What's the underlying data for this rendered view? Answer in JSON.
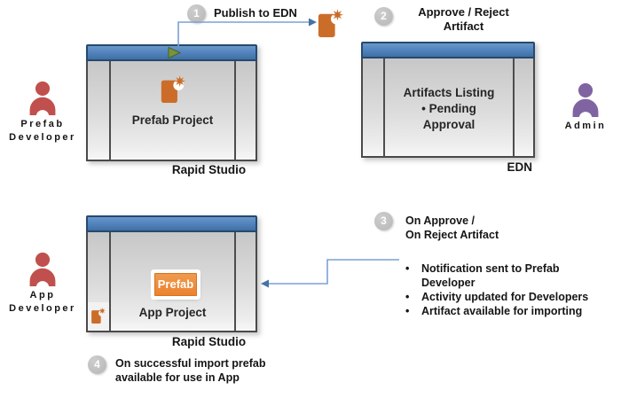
{
  "colors": {
    "title_bar_blue": "#4f81bd",
    "connector_blue": "#7ba1d4",
    "arrowhead_blue": "#4473a4",
    "actor_red": "#c0504d",
    "actor_purple": "#8064a2",
    "artifact_orange": "#cb6d29",
    "button_orange": "#ea8330",
    "play_green": "#77943c",
    "step_circle_gray": "#bfbfbf"
  },
  "actors": {
    "prefab_developer": {
      "line1": "Prefab",
      "line2": "Developer"
    },
    "admin": {
      "line1": "Admin"
    },
    "app_developer": {
      "line1": "App",
      "line2": "Developer"
    }
  },
  "windows": {
    "prefab_studio": {
      "content_label": "Prefab Project",
      "caption": "Rapid Studio"
    },
    "edn": {
      "line1": "Artifacts Listing",
      "line2": "• Pending",
      "line3": "Approval",
      "caption": "EDN"
    },
    "app_studio": {
      "button_label": "Prefab",
      "content_label": "App Project",
      "caption": "Rapid Studio"
    }
  },
  "steps": {
    "step1": {
      "number": "1",
      "label": "Publish to EDN"
    },
    "step2": {
      "number": "2",
      "line1": "Approve / Reject",
      "line2": "Artifact"
    },
    "step3": {
      "number": "3",
      "line1": "On Approve /",
      "line2": "On Reject Artifact",
      "bullets": [
        "Notification sent to Prefab Developer",
        "Activity updated for Developers",
        "Artifact available for importing"
      ]
    },
    "step4": {
      "number": "4",
      "line1": "On successful import prefab",
      "line2": "available for use in App"
    }
  }
}
